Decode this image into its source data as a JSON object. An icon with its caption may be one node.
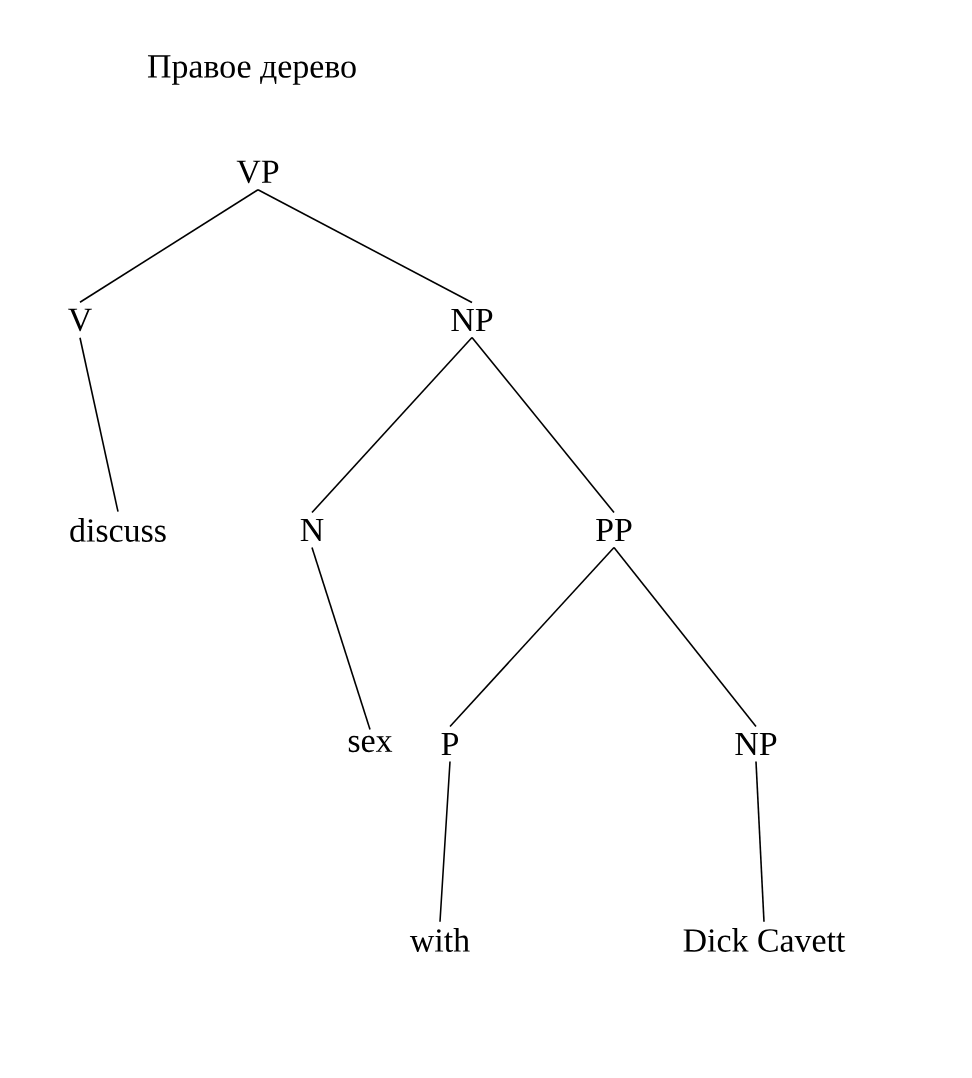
{
  "diagram": {
    "title": "Правое дерево",
    "nodes": [
      {
        "text": [
          "VP"
        ]
      },
      {
        "text": [
          "V"
        ]
      },
      {
        "text": [
          "NP"
        ]
      },
      {
        "text": [
          "discuss"
        ]
      },
      {
        "text": [
          "N"
        ]
      },
      {
        "text": [
          "PP"
        ]
      },
      {
        "text": [
          "sex"
        ]
      },
      {
        "text": [
          "P"
        ]
      },
      {
        "text": [
          "NP"
        ]
      },
      {
        "text": [
          "with"
        ]
      },
      {
        "text": [
          "Dick Cavett"
        ]
      }
    ],
    "edges": [
      {
        "from": 0,
        "to": 1,
        "arrow": "none"
      },
      {
        "from": 0,
        "to": 2,
        "arrow": "none"
      },
      {
        "from": 1,
        "to": 3,
        "arrow": "none"
      },
      {
        "from": 2,
        "to": 4,
        "arrow": "none"
      },
      {
        "from": 2,
        "to": 5,
        "arrow": "none"
      },
      {
        "from": 4,
        "to": 6,
        "arrow": "none"
      },
      {
        "from": 5,
        "to": 7,
        "arrow": "none"
      },
      {
        "from": 5,
        "to": 8,
        "arrow": "none"
      },
      {
        "from": 7,
        "to": 9,
        "arrow": "none"
      },
      {
        "from": 8,
        "to": 10,
        "arrow": "none"
      }
    ]
  }
}
